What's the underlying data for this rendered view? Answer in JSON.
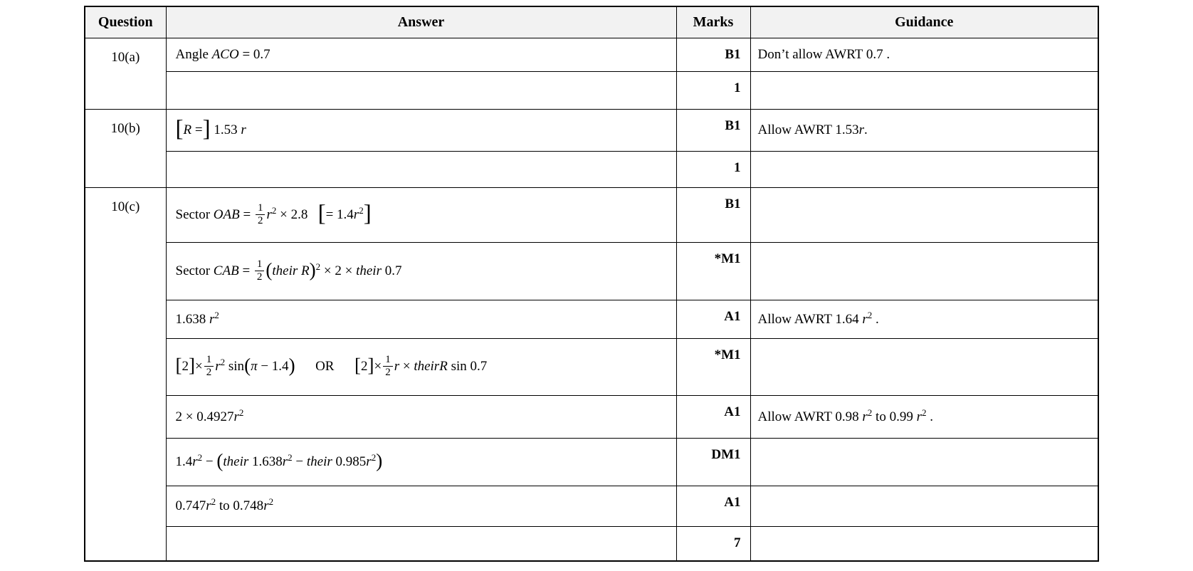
{
  "colors": {
    "header_bg": "#f2f2f2",
    "border": "#000000",
    "text": "#000000"
  },
  "header": {
    "question": "Question",
    "answer": "Answer",
    "marks": "Marks",
    "guidance": "Guidance"
  },
  "rows": [
    {
      "q": "10(a)",
      "qspan": 2,
      "answer": [
        {
          "k": "t",
          "v": "Angle "
        },
        {
          "k": "i",
          "v": "ACO"
        },
        {
          "k": "t",
          "v": " = 0.7"
        }
      ],
      "mark": "B1",
      "guidance": [
        {
          "k": "t",
          "v": "Don’t allow AWRT 0.7 ."
        }
      ]
    },
    {
      "answer": [],
      "mark": "1",
      "guidance": []
    },
    {
      "q": "10(b)",
      "qspan": 2,
      "answer": [
        {
          "k": "B",
          "v": "["
        },
        {
          "k": "i",
          "v": "R"
        },
        {
          "k": "t",
          "v": " ="
        },
        {
          "k": "B",
          "v": "]"
        },
        {
          "k": "t",
          "v": " 1.53 "
        },
        {
          "k": "i",
          "v": "r"
        }
      ],
      "mark": "B1",
      "guidance": [
        {
          "k": "t",
          "v": "Allow AWRT 1.53"
        },
        {
          "k": "i",
          "v": "r"
        },
        {
          "k": "t",
          "v": "."
        }
      ]
    },
    {
      "answer": [],
      "mark": "1",
      "guidance": []
    },
    {
      "q": "10(c)",
      "qspan": 8,
      "answer": [
        {
          "k": "t",
          "v": "Sector "
        },
        {
          "k": "i",
          "v": "OAB"
        },
        {
          "k": "t",
          "v": " = "
        },
        {
          "k": "f",
          "n": "1",
          "d": "2"
        },
        {
          "k": "i",
          "v": "r"
        },
        {
          "k": "s",
          "v": "2"
        },
        {
          "k": "t",
          "v": " × 2.8   "
        },
        {
          "k": "B",
          "v": "["
        },
        {
          "k": "t",
          "v": "= 1.4"
        },
        {
          "k": "i",
          "v": "r"
        },
        {
          "k": "s",
          "v": "2"
        },
        {
          "k": "B",
          "v": "]"
        }
      ],
      "mark": "B1",
      "guidance": []
    },
    {
      "answer": [
        {
          "k": "t",
          "v": "Sector "
        },
        {
          "k": "i",
          "v": "CAB"
        },
        {
          "k": "t",
          "v": " = "
        },
        {
          "k": "f",
          "n": "1",
          "d": "2"
        },
        {
          "k": "b",
          "v": "("
        },
        {
          "k": "i",
          "v": "their R"
        },
        {
          "k": "b",
          "v": ")"
        },
        {
          "k": "s",
          "v": "2"
        },
        {
          "k": "t",
          "v": " × 2 × "
        },
        {
          "k": "i",
          "v": "their"
        },
        {
          "k": "t",
          "v": " 0.7"
        }
      ],
      "mark": "*M1",
      "guidance": []
    },
    {
      "answer": [
        {
          "k": "t",
          "v": "1.638 "
        },
        {
          "k": "i",
          "v": "r"
        },
        {
          "k": "s",
          "v": "2"
        }
      ],
      "mark": "A1",
      "guidance": [
        {
          "k": "t",
          "v": "Allow AWRT 1.64 "
        },
        {
          "k": "i",
          "v": "r"
        },
        {
          "k": "s",
          "v": "2"
        },
        {
          "k": "t",
          "v": " ."
        }
      ]
    },
    {
      "answer": [
        {
          "k": "b",
          "v": "["
        },
        {
          "k": "t",
          "v": "2"
        },
        {
          "k": "b",
          "v": "]"
        },
        {
          "k": "t",
          "v": "×"
        },
        {
          "k": "f",
          "n": "1",
          "d": "2"
        },
        {
          "k": "i",
          "v": "r"
        },
        {
          "k": "s",
          "v": "2"
        },
        {
          "k": "t",
          "v": " sin"
        },
        {
          "k": "b",
          "v": "("
        },
        {
          "k": "i",
          "v": "π"
        },
        {
          "k": "t",
          "v": " − 1.4"
        },
        {
          "k": "b",
          "v": ")"
        },
        {
          "k": "t",
          "v": "      OR      "
        },
        {
          "k": "b",
          "v": "["
        },
        {
          "k": "t",
          "v": "2"
        },
        {
          "k": "b",
          "v": "]"
        },
        {
          "k": "t",
          "v": "×"
        },
        {
          "k": "f",
          "n": "1",
          "d": "2"
        },
        {
          "k": "i",
          "v": "r"
        },
        {
          "k": "t",
          "v": " × "
        },
        {
          "k": "i",
          "v": "theirR"
        },
        {
          "k": "t",
          "v": " sin 0.7"
        }
      ],
      "mark": "*M1",
      "guidance": []
    },
    {
      "answer": [
        {
          "k": "t",
          "v": "2 × 0.4927"
        },
        {
          "k": "i",
          "v": "r"
        },
        {
          "k": "s",
          "v": "2"
        }
      ],
      "mark": "A1",
      "guidance": [
        {
          "k": "t",
          "v": "Allow AWRT 0.98 "
        },
        {
          "k": "i",
          "v": "r"
        },
        {
          "k": "s",
          "v": "2"
        },
        {
          "k": "t",
          "v": " to 0.99 "
        },
        {
          "k": "i",
          "v": "r"
        },
        {
          "k": "s",
          "v": "2"
        },
        {
          "k": "t",
          "v": " ."
        }
      ]
    },
    {
      "answer": [
        {
          "k": "t",
          "v": "1.4"
        },
        {
          "k": "i",
          "v": "r"
        },
        {
          "k": "s",
          "v": "2"
        },
        {
          "k": "t",
          "v": " − "
        },
        {
          "k": "b",
          "v": "("
        },
        {
          "k": "i",
          "v": "their"
        },
        {
          "k": "t",
          "v": " 1.638"
        },
        {
          "k": "i",
          "v": "r"
        },
        {
          "k": "s",
          "v": "2"
        },
        {
          "k": "t",
          "v": " − "
        },
        {
          "k": "i",
          "v": "their"
        },
        {
          "k": "t",
          "v": " 0.985"
        },
        {
          "k": "i",
          "v": "r"
        },
        {
          "k": "s",
          "v": "2"
        },
        {
          "k": "b",
          "v": ")"
        }
      ],
      "mark": "DM1",
      "guidance": []
    },
    {
      "answer": [
        {
          "k": "t",
          "v": "0.747"
        },
        {
          "k": "i",
          "v": "r"
        },
        {
          "k": "s",
          "v": "2"
        },
        {
          "k": "t",
          "v": " to 0.748"
        },
        {
          "k": "i",
          "v": "r"
        },
        {
          "k": "s",
          "v": "2"
        }
      ],
      "mark": "A1",
      "guidance": []
    },
    {
      "answer": [],
      "mark": "7",
      "guidance": []
    }
  ]
}
